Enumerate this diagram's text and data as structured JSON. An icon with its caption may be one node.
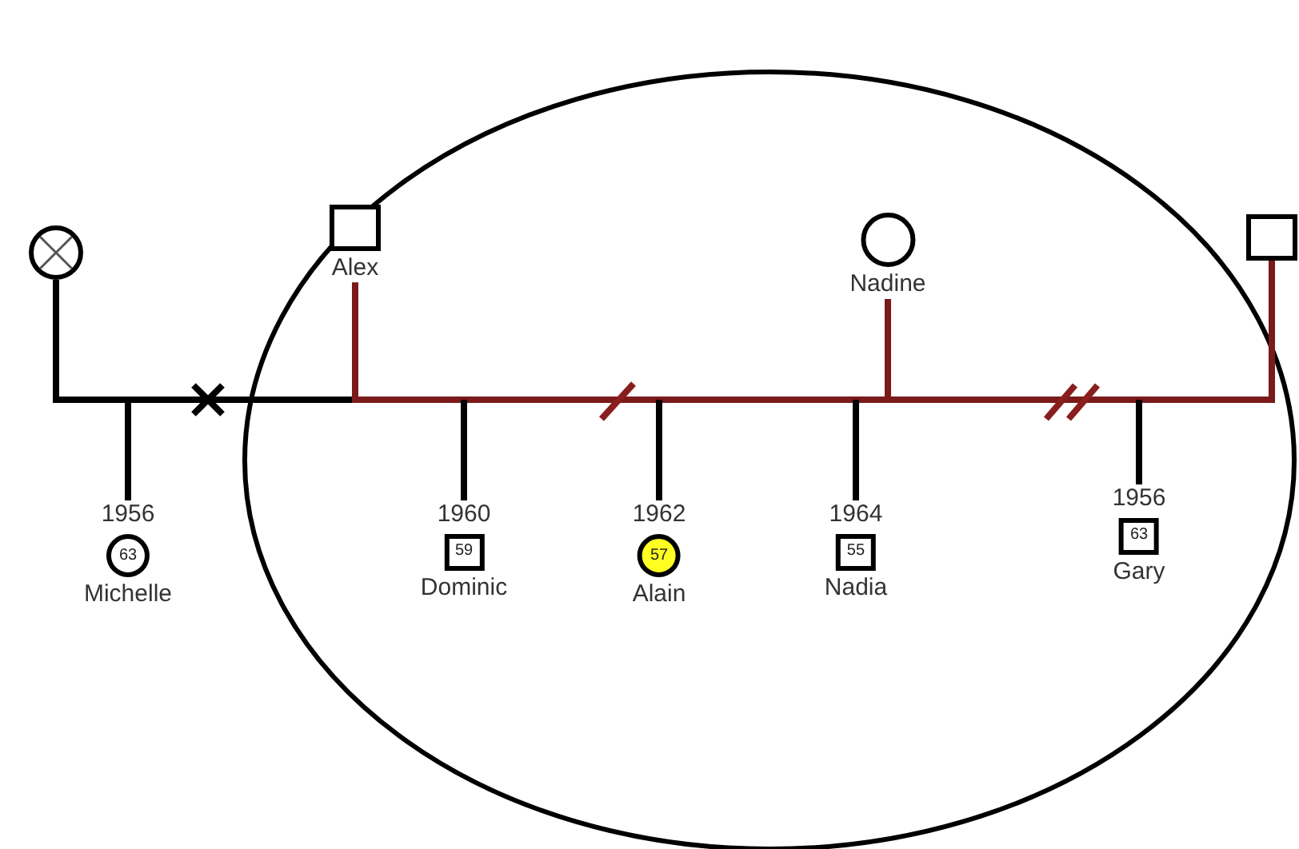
{
  "diagram": {
    "nodes": [
      {
        "text": [],
        "shape": "circle"
      },
      {
        "text": [
          "Alex"
        ]
      },
      {
        "text": [
          "Nadine"
        ]
      },
      {
        "text": [],
        "shape": "box"
      },
      {
        "text": [
          "63",
          "Michelle"
        ],
        "beside": [
          "1956"
        ]
      },
      {
        "text": [
          "59",
          "Dominic"
        ],
        "beside": [
          "1960"
        ]
      },
      {
        "text": [
          "57",
          "Alain"
        ],
        "beside": [
          "1962"
        ]
      },
      {
        "text": [
          "55",
          "Nadia"
        ],
        "beside": [
          "1964"
        ]
      },
      {
        "text": [
          "63",
          "Gary"
        ],
        "beside": [
          "1956"
        ]
      }
    ],
    "edges": [
      {
        "from": 0,
        "to": 1,
        "arrow": "none"
      },
      {
        "from": 1,
        "to": 2,
        "arrow": "none",
        "color": "#7a1a1a"
      },
      {
        "from": 2,
        "to": 3,
        "arrow": "none",
        "color": "#7a1a1a"
      },
      {
        "from": null,
        "to": 4,
        "arrow": "none"
      },
      {
        "from": null,
        "to": 5,
        "arrow": "none"
      },
      {
        "from": null,
        "to": 6,
        "arrow": "none"
      },
      {
        "from": null,
        "to": 7,
        "arrow": "none"
      },
      {
        "from": null,
        "to": 8,
        "arrow": "none"
      }
    ]
  }
}
